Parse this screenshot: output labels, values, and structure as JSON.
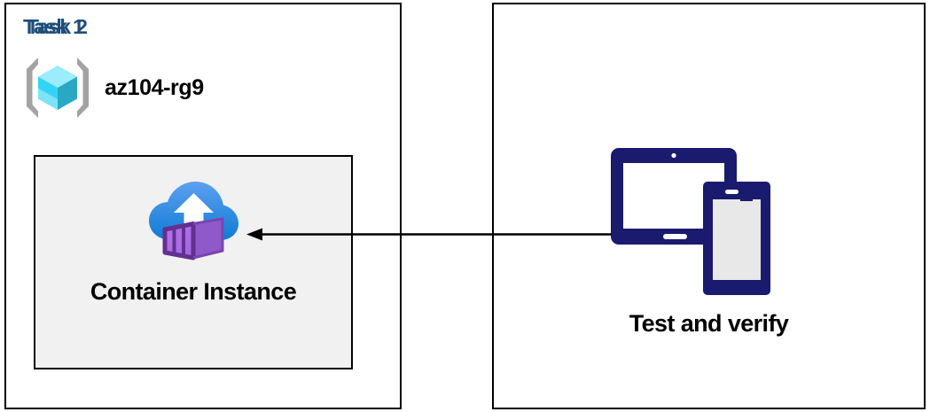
{
  "diagram": {
    "background_color": "#FFFFFF",
    "border_color": "#000000",
    "title_color": "#1F4E79",
    "card_fill_color": "#F1F1F1",
    "device_color": "#1F1F6E",
    "arrow_color": "#000000"
  },
  "panels": [
    {
      "title": "Task 1",
      "resource_group": {
        "icon": "azure-resource-group-icon",
        "label": "az104-rg9"
      },
      "card": {
        "icon": "azure-container-instance-icon",
        "label": "Container Instance"
      }
    },
    {
      "title": "Task 2",
      "device": {
        "icon": "tablet-and-phone-icon",
        "label": "Test and verify"
      }
    }
  ],
  "connector": {
    "name": "arrow-task2-to-task1",
    "direction": "left",
    "style": "solid"
  }
}
